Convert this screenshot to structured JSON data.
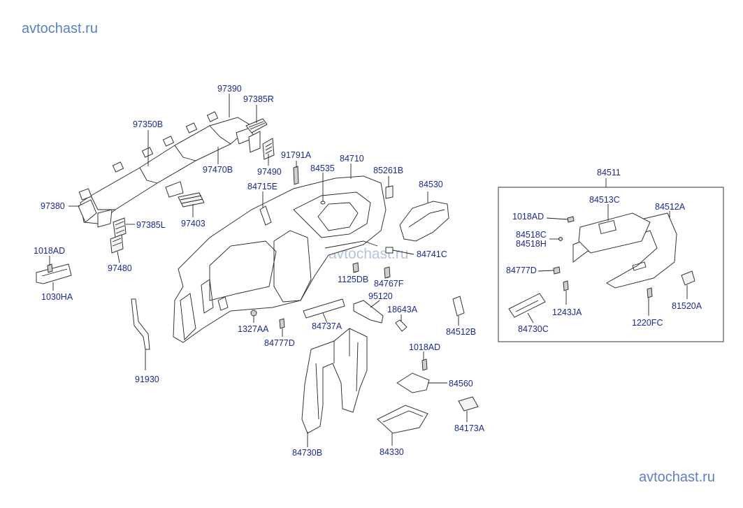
{
  "watermarks": {
    "top_left": "avtochast.ru",
    "center": "avtochast.ru",
    "bottom_right": "avtochast.ru"
  },
  "labels": {
    "p97390": "97390",
    "p97385R": "97385R",
    "p97350B": "97350B",
    "p91791A": "91791A",
    "p84710": "84710",
    "p84535": "84535",
    "p85261B": "85261B",
    "p97470B": "97470B",
    "p97490": "97490",
    "p84715E": "84715E",
    "p84530": "84530",
    "p97380": "97380",
    "p97385L": "97385L",
    "p97403": "97403",
    "p1018AD_a": "1018AD",
    "p97480": "97480",
    "p1030HA": "1030HA",
    "p84741C": "84741C",
    "p1125DB": "1125DB",
    "p84767F": "84767F",
    "p95120": "95120",
    "p18643A": "18643A",
    "p1327AA": "1327AA",
    "p84737A": "84737A",
    "p84777D_a": "84777D",
    "p84512B": "84512B",
    "p91930": "91930",
    "p1018AD_b": "1018AD",
    "p84560": "84560",
    "p84173A": "84173A",
    "p84730B": "84730B",
    "p84330": "84330",
    "p84511": "84511",
    "p84513C": "84513C",
    "p84512A": "84512A",
    "p1018AD_c": "1018AD",
    "p84518C": "84518C",
    "p84518H": "84518H",
    "p84777D_b": "84777D",
    "p1243JA": "1243JA",
    "p84730C": "84730C",
    "p1220FC": "1220FC",
    "p81520A": "81520A"
  },
  "colors": {
    "label": "#1a2a8c",
    "watermark": "#5b7fc0",
    "line": "#222222"
  }
}
